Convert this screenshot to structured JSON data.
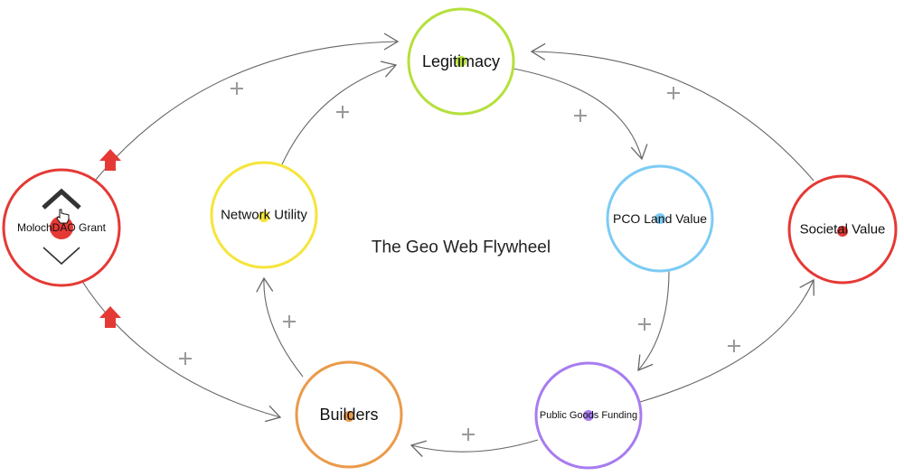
{
  "title": "The Geo Web Flywheel",
  "nodes": [
    {
      "id": "legitimacy",
      "label": "Legitimacy",
      "color": "#b5e03c"
    },
    {
      "id": "network-utility",
      "label": "Network Utility",
      "color": "#f5e53a"
    },
    {
      "id": "pco-land-value",
      "label": "PCO Land Value",
      "color": "#7ccbf5"
    },
    {
      "id": "societal-value",
      "label": "Societal Value",
      "color": "#e53935"
    },
    {
      "id": "public-goods-funding",
      "label": "Public Goods Funding",
      "color": "#a77cf0"
    },
    {
      "id": "builders",
      "label": "Builders",
      "color": "#eb9a4a"
    },
    {
      "id": "molochdao-grant",
      "label": "MolochDAO Grant",
      "color": "#e53935"
    }
  ],
  "edges": [
    {
      "from": "molochdao-grant",
      "to": "legitimacy",
      "polarity": "+",
      "boosted": true
    },
    {
      "from": "network-utility",
      "to": "legitimacy",
      "polarity": "+"
    },
    {
      "from": "legitimacy",
      "to": "pco-land-value",
      "polarity": "+"
    },
    {
      "from": "societal-value",
      "to": "legitimacy",
      "polarity": "+"
    },
    {
      "from": "pco-land-value",
      "to": "public-goods-funding",
      "polarity": "+"
    },
    {
      "from": "public-goods-funding",
      "to": "societal-value",
      "polarity": "+"
    },
    {
      "from": "public-goods-funding",
      "to": "builders",
      "polarity": "+"
    },
    {
      "from": "builders",
      "to": "network-utility",
      "polarity": "+"
    },
    {
      "from": "molochdao-grant",
      "to": "builders",
      "polarity": "+",
      "boosted": true
    }
  ],
  "controls": {
    "increase": "chevron-up",
    "decrease": "chevron-down"
  }
}
